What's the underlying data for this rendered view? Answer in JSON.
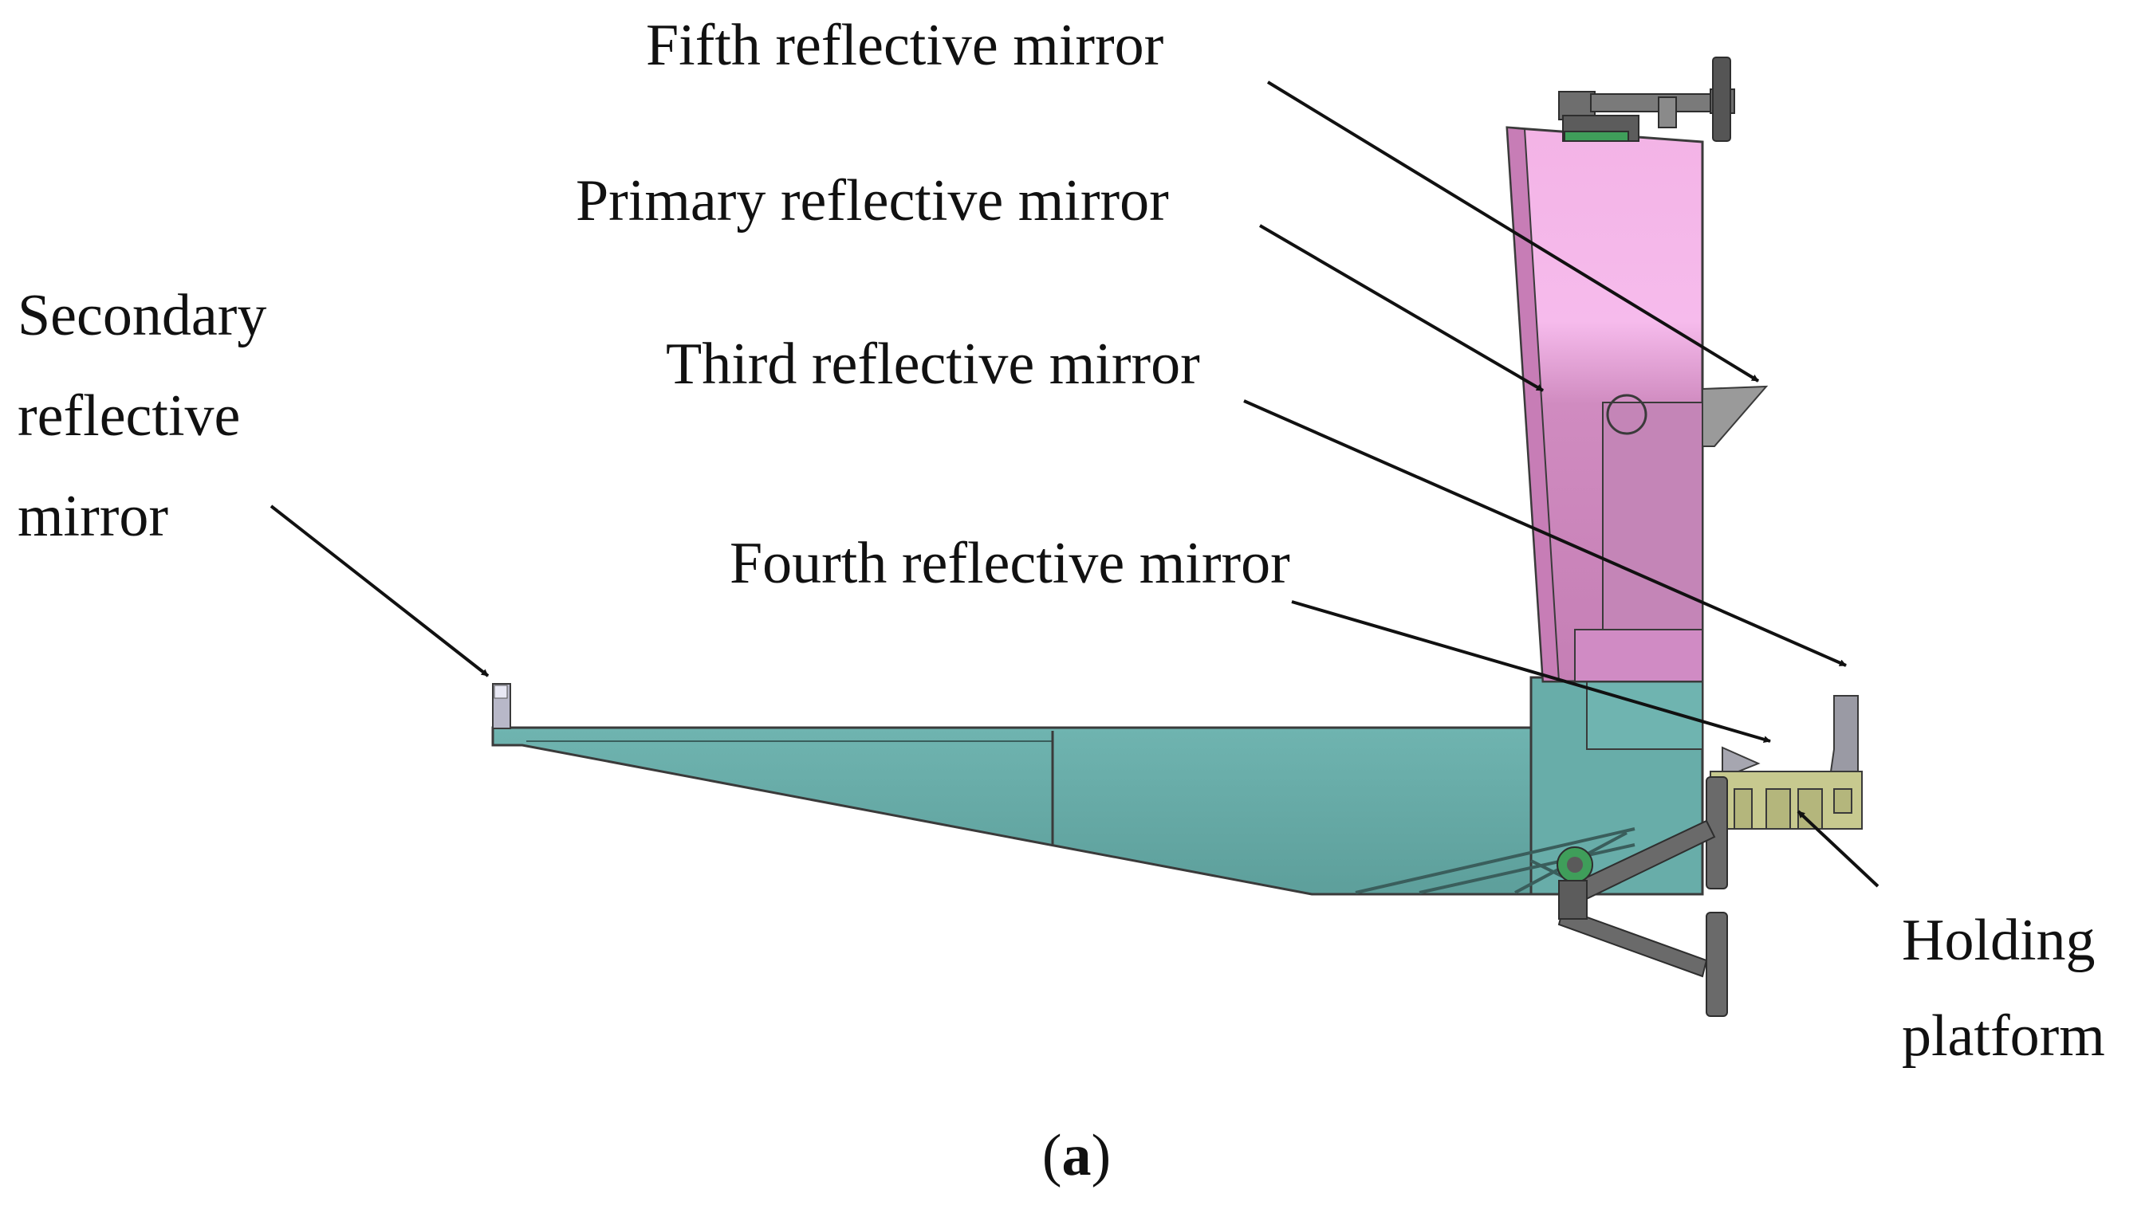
{
  "labels": {
    "fifth": "Fifth reflective mirror",
    "primary": "Primary reflective mirror",
    "secondary_lines": [
      "Secondary",
      "reflective",
      "mirror"
    ],
    "third": "Third reflective mirror",
    "fourth": "Fourth reflective mirror",
    "holding_lines": [
      "Holding",
      "platform"
    ]
  },
  "caption": {
    "open": "(",
    "letter": "a",
    "close": ")"
  },
  "colors": {
    "primary_mirror_body": "#d890c6",
    "primary_mirror_highlight": "#f6b6ea",
    "base_structure": "#68ada9",
    "base_structure_dark": "#5a9b97",
    "holding_platform": "#c7c98f",
    "grey_parts": "#8a8a8a",
    "outline": "#3a3a3a",
    "arrow": "#111111"
  }
}
